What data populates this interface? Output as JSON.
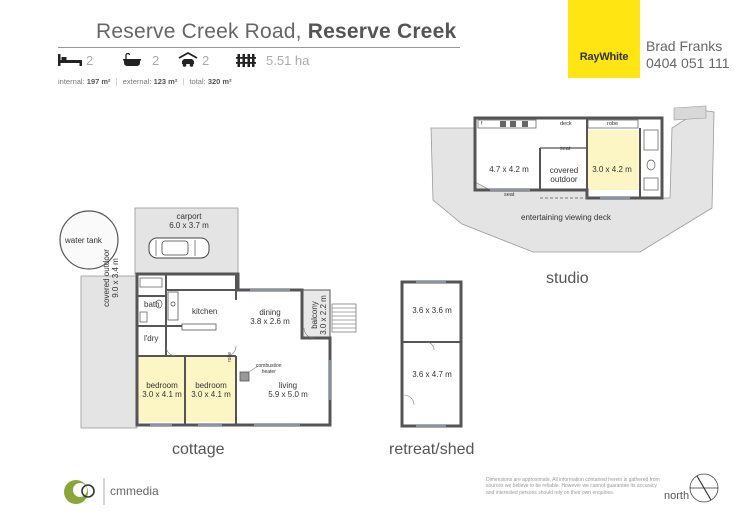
{
  "header": {
    "street": "Reserve Creek Road,",
    "suburb": "Reserve Creek"
  },
  "features": {
    "bedrooms": "2",
    "bathrooms": "2",
    "car_spaces": "2",
    "land": "5.51 ha"
  },
  "areas": {
    "internal_label": "internal:",
    "internal_value": "197 m²",
    "external_label": "external:",
    "external_value": "123 m²",
    "total_label": "total:",
    "total_value": "320 m²",
    "separator": "|"
  },
  "agency": {
    "logo_text": "RayWhite",
    "agent_name": "Brad Franks",
    "agent_phone": "0404 051 111"
  },
  "plans": {
    "cottage": {
      "section_label": "cottage",
      "water_tank": "water tank",
      "covered_outdoor_name": "covered outdoor",
      "covered_outdoor_size": "9.0 x 3.4 m",
      "carport_name": "carport",
      "carport_size": "6.0 x 3.7 m",
      "bath": "bath",
      "kitchen": "kitchen",
      "dining_name": "dining",
      "dining_size": "3.8 x 2.6 m",
      "balcony_name": "balcony",
      "balcony_size": "3.0 x 2.2 m",
      "laundry": "l'dry",
      "robe": "robe",
      "heater_line1": "combustion",
      "heater_line2": "heater",
      "living_name": "living",
      "living_size": "5.9 x 5.0 m",
      "bedroom1_name": "bedroom",
      "bedroom1_size": "3.0 x 4.1 m",
      "bedroom2_name": "bedroom",
      "bedroom2_size": "3.0 x 4.1 m"
    },
    "shed": {
      "section_label": "retreat/shed",
      "room1_size": "3.6 x 3.6 m",
      "room2_size": "3.6 x 4.7 m"
    },
    "studio": {
      "section_label": "studio",
      "deck": "deck",
      "robe": "robe",
      "room1_size": "4.7 x 4.2 m",
      "seat1": "seat",
      "seat2": "seat",
      "covered_outdoor_line1": "covered",
      "covered_outdoor_line2": "outdoor",
      "room2_size": "3.0 x 4.2 m",
      "viewing_deck": "entertaining viewing deck",
      "fridge": "f"
    }
  },
  "footer": {
    "brand": "cmmedia",
    "disclaimer": "Dimensions are approximate. All information contained herein is gathered from sources we believe to be reliable. However we cannot guarantee its accuracy and interested persons should rely on their own enquiries.",
    "north_label": "north"
  },
  "colors": {
    "brand_yellow": "#ffe512",
    "highlight_room": "#fbf6c4",
    "wall": "#555555",
    "deck_grey": "#e4e4e4"
  }
}
